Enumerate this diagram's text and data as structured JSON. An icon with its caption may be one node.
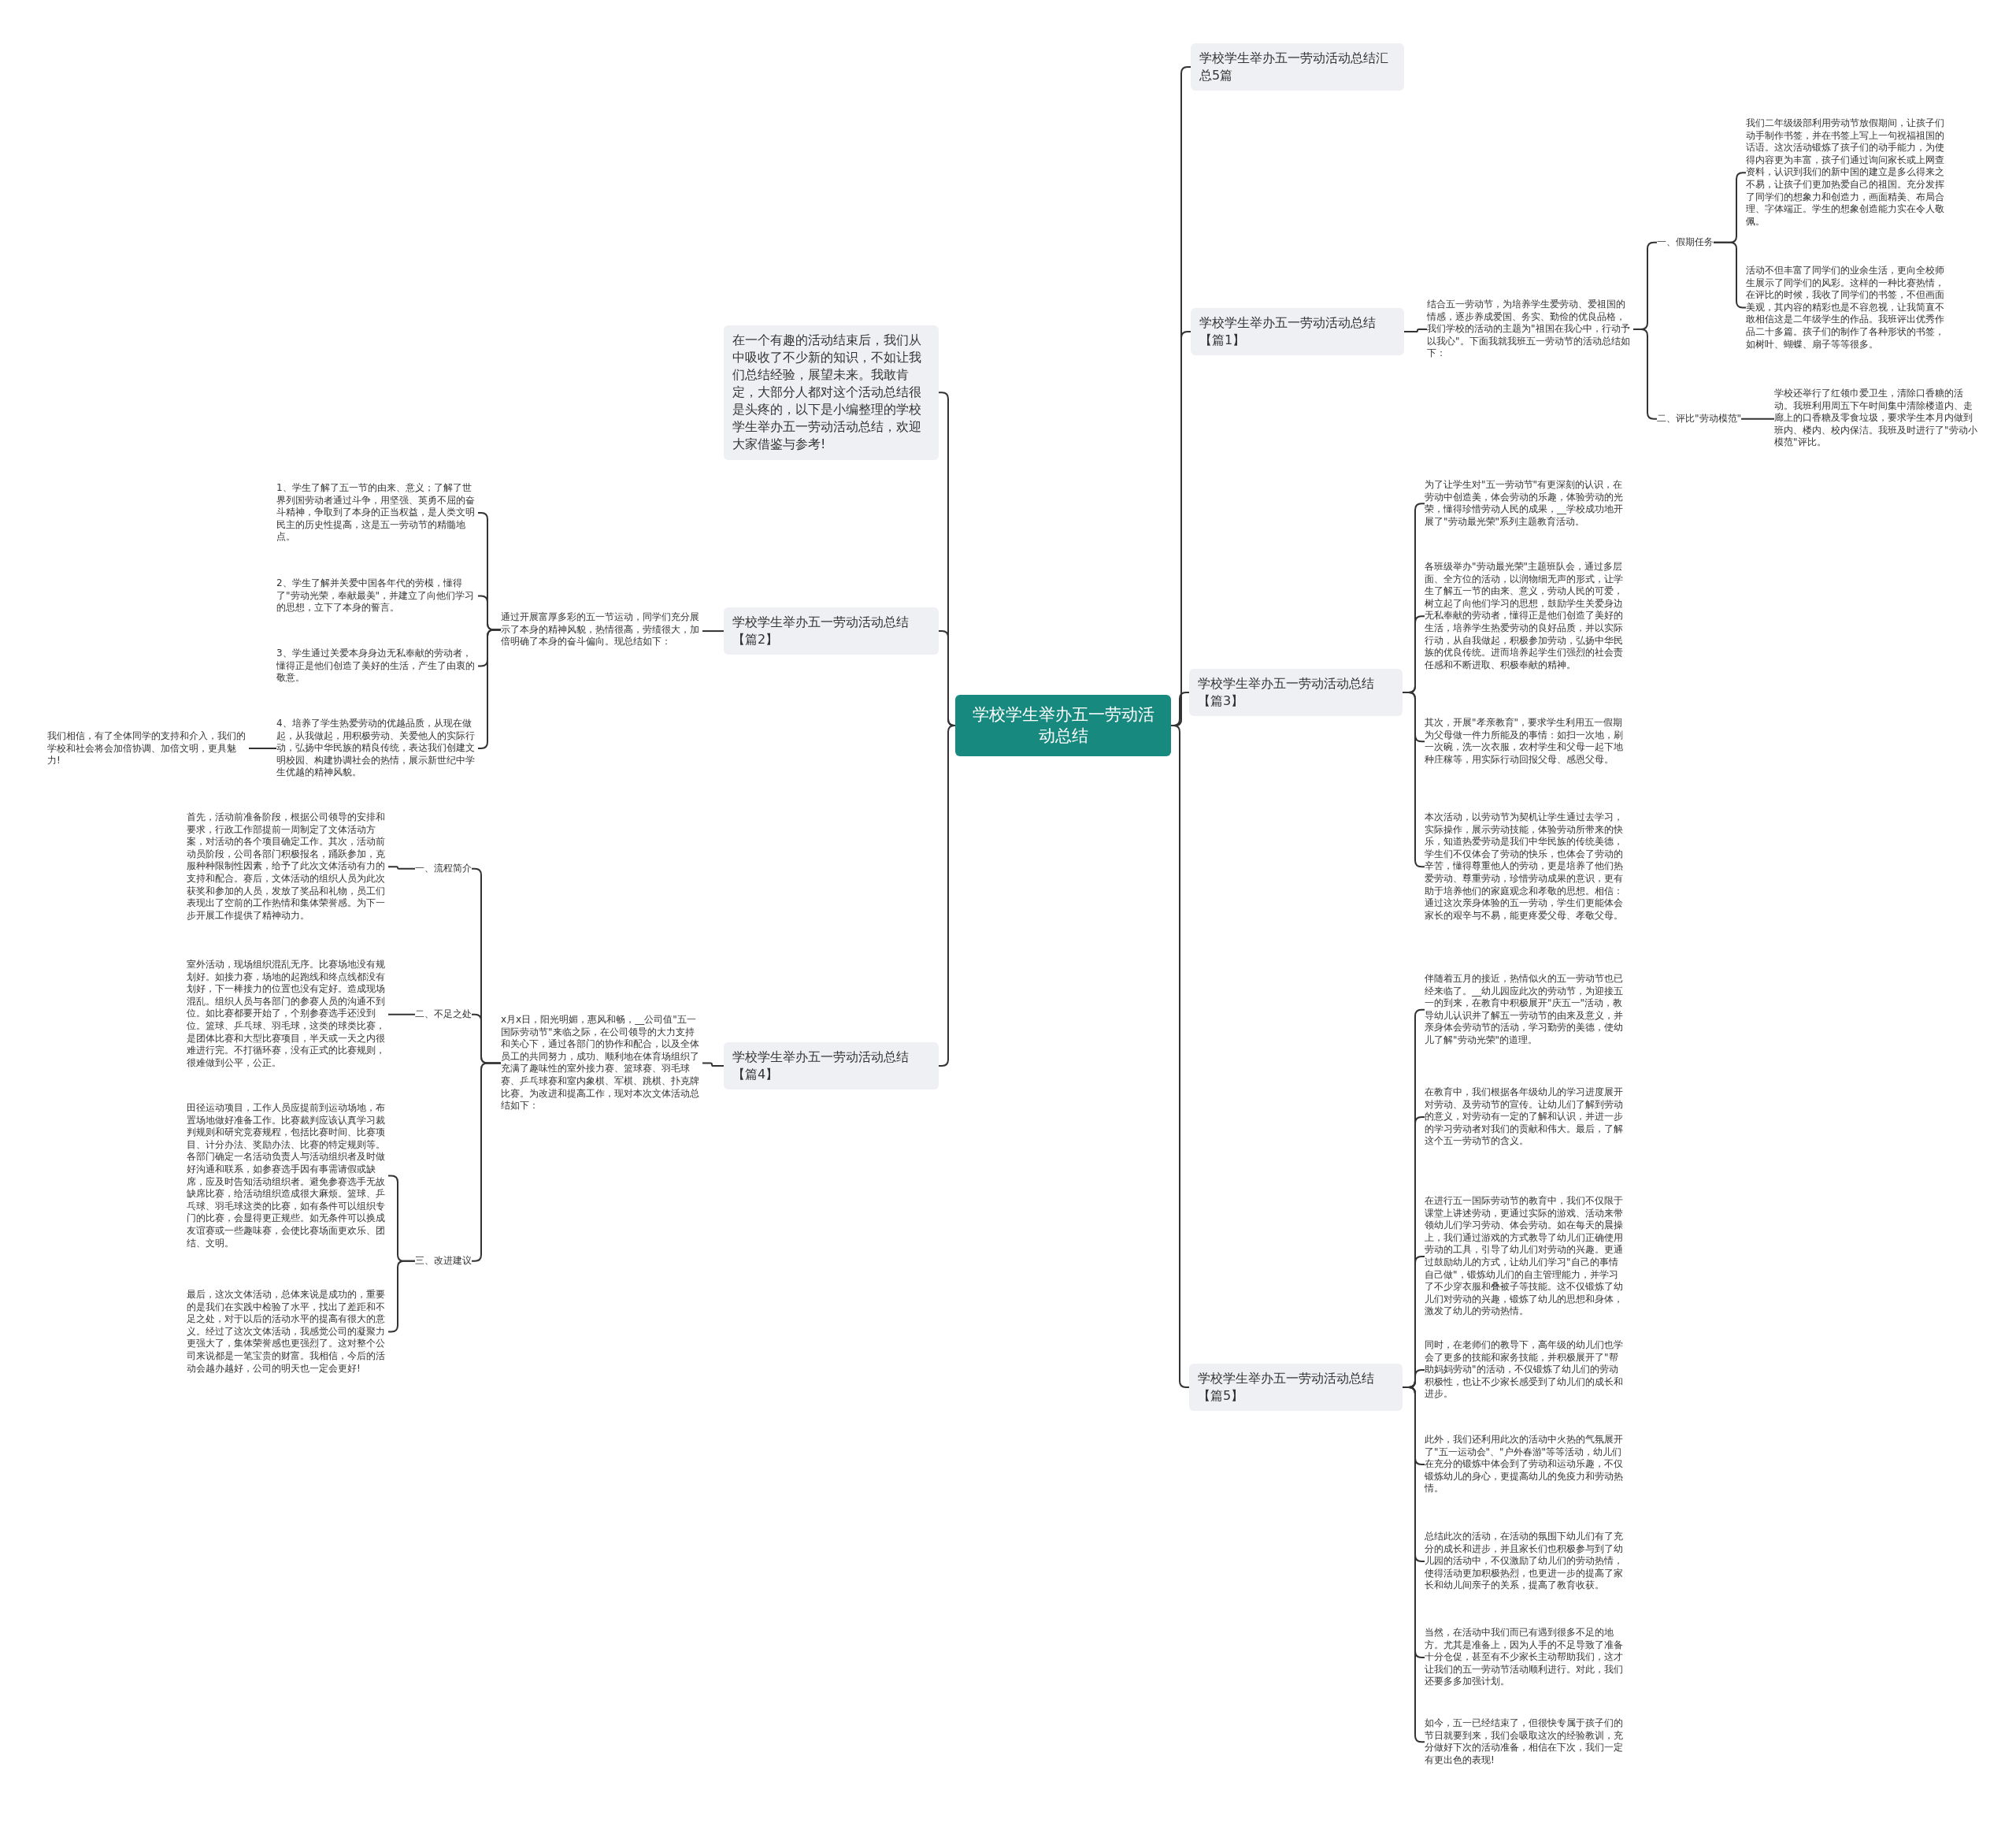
{
  "diagram": {
    "nodes": [
      {
        "text": [
          "学校学生举办五一劳动活动总结"
        ]
      },
      {
        "text": [
          "在一个有趣的活动结束后，我们从中吸收了不少新的知识，不如让我们总结经验，展望未来。我敢肯定，大部分人都对这个活动总结很是头疼的，以下是小编整理的学校学生举办五一劳动活动总结，欢迎大家借鉴与参考!"
        ]
      },
      {
        "text": [
          "学校学生举办五一劳动活动总结【篇2】"
        ]
      },
      {
        "text": [
          "通过开展富厚多彩的五一节运动，同学们充分展示了本身的精神风貌，热情很高，劳绩很大，加倍明确了本身的奋斗偏向。现总结如下："
        ]
      },
      {
        "text": [
          "1、学生了解了五一节的由来、意义；了解了世界列国劳动者通过斗争，用坚强、英勇不屈的奋斗精神，争取到了本身的正当权益，是人类文明民主的历史性提高，这是五一劳动节的精髓地点。"
        ]
      },
      {
        "text": [
          "2、学生了解并关爱中国各年代的劳模，懂得了\"劳动光荣，奉献最美\"，并建立了向他们学习的思想，立下了本身的誓言。"
        ]
      },
      {
        "text": [
          "3、学生通过关爱本身身边无私奉献的劳动者，懂得正是他们创造了美好的生活，产生了由衷的敬意。"
        ]
      },
      {
        "text": [
          "4、培养了学生热爱劳动的优越品质，从现在做起，从我做起，用积极劳动、关爱他人的实际行动，弘扬中华民族的精良传统，表达我们创建文明校园、构建协调社会的热情，展示新世纪中学生优越的精神风貌。"
        ]
      },
      {
        "text": [
          "我们相信，有了全体同学的支持和介入，我们的学校和社会将会加倍协调、加倍文明，更具魅力!"
        ]
      },
      {
        "text": [
          "学校学生举办五一劳动活动总结【篇4】"
        ]
      },
      {
        "text": [
          "x月x日，阳光明媚，惠风和畅，__公司值\"五一国际劳动节\"来临之际，在公司领导的大力支持和关心下，通过各部门的协作和配合，以及全体员工的共同努力，成功、顺利地在体育场组织了充满了趣味性的室外接力赛、篮球赛、羽毛球赛、乒乓球赛和室内象棋、军棋、跳棋、扑克牌比赛。为改进和提高工作，现对本次文体活动总结如下："
        ]
      },
      {
        "text": [
          "一、流程简介"
        ]
      },
      {
        "text": [
          "首先，活动前准备阶段，根据公司领导的安排和要求，行政工作部提前一周制定了文体活动方案，对活动的各个项目确定工作。其次，活动前动员阶段，公司各部门积极报名，踊跃参加，克服种种限制性因素，给予了此次文体活动有力的支持和配合。赛后，文体活动的组织人员为此次获奖和参加的人员，发放了奖品和礼物，员工们表现出了空前的工作热情和集体荣誉感。为下一步开展工作提供了精神动力。"
        ]
      },
      {
        "text": [
          "二、不足之处"
        ]
      },
      {
        "text": [
          "室外活动，现场组织混乱无序。比赛场地没有规划好。如接力赛，场地的起跑线和终点线都没有划好，下一棒接力的位置也没有定好。造成现场混乱。组织人员与各部门的参赛人员的沟通不到位。如比赛都要开始了，个别参赛选手还没到位。篮球、乒乓球、羽毛球，这类的球类比赛，是团体比赛和大型比赛项目，半天或一天之内很难进行完。不打循环赛，没有正式的比赛规则，很难做到公平，公正。"
        ]
      },
      {
        "text": [
          "三、改进建议"
        ]
      },
      {
        "text": [
          "田径运动项目，工作人员应提前到运动场地，布置场地做好准备工作。比赛裁判应该认真学习裁判规则和研究竞赛规程，包括比赛时间、比赛项目、计分办法、奖励办法、比赛的特定规则等。各部门确定一名活动负责人与活动组织者及时做好沟通和联系，如参赛选手因有事需请假或缺席，应及时告知活动组织者。避免参赛选手无故缺席比赛，给活动组织造成很大麻烦。篮球、乒乓球、羽毛球这类的比赛，如有条件可以组织专门的比赛，会显得更正规些。如无条件可以换成友谊赛或一些趣味赛，会使比赛场面更欢乐、团结、文明。"
        ]
      },
      {
        "text": [
          "最后，这次文体活动，总体来说是成功的，重要的是我们在实践中检验了水平，找出了差距和不足之处，对于以后的活动水平的提高有很大的意义。经过了这次文体活动，我感觉公司的凝聚力更强大了，集体荣誉感也更强烈了。这对整个公司来说都是一笔宝贵的财富。我相信，今后的活动会越办越好，公司的明天也一定会更好!"
        ]
      },
      {
        "text": [
          "学校学生举办五一劳动活动总结汇总5篇"
        ]
      },
      {
        "text": [
          "学校学生举办五一劳动活动总结【篇1】"
        ]
      },
      {
        "text": [
          "结合五一劳动节，为培养学生爱劳动、爱祖国的情感，逐步养成爱国、务实、勤俭的优良品格，我们学校的活动的主题为\"祖国在我心中，行动予以我心\"。下面我就我班五一劳动节的活动总结如下："
        ]
      },
      {
        "text": [
          "一、假期任务"
        ]
      },
      {
        "text": [
          "我们二年级级部利用劳动节放假期间，让孩子们动手制作书签，并在书签上写上一句祝福祖国的话语。这次活动锻炼了孩子们的动手能力，为使得内容更为丰富，孩子们通过询问家长或上网查资料，认识到我们的新中国的建立是多么得来之不易，让孩子们更加热爱自己的祖国。充分发挥了同学们的想象力和创造力，画面精美、布局合理、字体端正。学生的想象创造能力实在令人敬佩。"
        ]
      },
      {
        "text": [
          "活动不但丰富了同学们的业余生活，更向全校师生展示了同学们的风彩。这样的一种比赛热情，在评比的时候，我收了同学们的书签，不但画面美观，其内容的精彩也是不容忽视，让我简直不敢相信这是二年级学生的作品。我班评出优秀作品二十多篇。孩子们的制作了各种形状的书签，如树叶、蝴蝶、扇子等等很多。"
        ]
      },
      {
        "text": [
          "二、评比\"劳动模范\""
        ]
      },
      {
        "text": [
          "学校还举行了红领巾爱卫生，清除口香糖的活动。我班利用周五下午时间集中清除楼道内、走廊上的口香糖及零食垃圾，要求学生本月内做到班内、楼内、校内保洁。我班及时进行了\"劳动小模范\"评比。"
        ]
      },
      {
        "text": [
          "学校学生举办五一劳动活动总结【篇3】"
        ]
      },
      {
        "text": [
          "为了让学生对\"五一劳动节\"有更深刻的认识，在劳动中创造美，体会劳动的乐趣，体验劳动的光荣，懂得珍惜劳动人民的成果，__学校成功地开展了\"劳动最光荣\"系列主题教育活动。"
        ]
      },
      {
        "text": [
          "各班级举办\"劳动最光荣\"主题班队会，通过多层面、全方位的活动，以润物细无声的形式，让学生了解五一节的由来、意义，劳动人民的可爱，树立起了向他们学习的思想，鼓励学生关爱身边无私奉献的劳动者，懂得正是他们创造了美好的生活，培养学生热爱劳动的良好品质，并以实际行动，从自我做起，积极参加劳动，弘扬中华民族的优良传统。进而培养起学生们强烈的社会责任感和不断进取、积极奉献的精神。"
        ]
      },
      {
        "text": [
          "其次，开展\"孝亲教育\"，要求学生利用五一假期为父母做一件力所能及的事情：如扫一次地，刷一次碗，洗一次衣服，农村学生和父母一起下地种庄稼等，用实际行动回报父母、感恩父母。"
        ]
      },
      {
        "text": [
          "本次活动，以劳动节为契机让学生通过去学习，实际操作，展示劳动技能，体验劳动所带来的快乐，知道热爱劳动是我们中华民族的传统美德，学生们不仅体会了劳动的快乐，也体会了劳动的辛苦，懂得尊重他人的劳动，更是培养了他们热爱劳动、尊重劳动，珍惜劳动成果的意识，更有助于培养他们的家庭观念和孝敬的思想。相信：通过这次亲身体验的五一劳动，学生们更能体会家长的艰辛与不易，能更疼爱父母、孝敬父母。"
        ]
      },
      {
        "text": [
          "学校学生举办五一劳动活动总结【篇5】"
        ]
      },
      {
        "text": [
          "伴随着五月的接近，热情似火的五一劳动节也已经来临了。__幼儿园应此次的劳动节，为迎接五一的到来，在教育中积极展开\"庆五一\"活动，教导幼儿认识并了解五一劳动节的由来及意义，并亲身体会劳动节的活动，学习勤劳的美德，使幼儿了解\"劳动光荣\"的道理。"
        ]
      },
      {
        "text": [
          "在教育中，我们根据各年级幼儿的学习进度展开对劳动、及劳动节的宣传。让幼儿们了解到劳动的意义，对劳动有一定的了解和认识，并进一步的学习劳动者对我们的贡献和伟大。最后，了解这个五一劳动节的含义。"
        ]
      },
      {
        "text": [
          "在进行五一国际劳动节的教育中，我们不仅限于课堂上讲述劳动，更通过实际的游戏、活动来带领幼儿们学习劳动、体会劳动。如在每天的晨操上，我们通过游戏的方式教导了幼儿们正确使用劳动的工具，引导了幼儿们对劳动的兴趣。更通过鼓励幼儿的方式，让幼儿们学习\"自己的事情自己做\"，锻炼幼儿们的自主管理能力，并学习了不少穿衣服和叠被子等技能。这不仅锻炼了幼儿们对劳动的兴趣，锻炼了幼儿的思想和身体，激发了幼儿的劳动热情。"
        ]
      },
      {
        "text": [
          "同时，在老师们的教导下，高年级的幼儿们也学会了更多的技能和家务技能，并积极展开了\"帮助妈妈劳动\"的活动，不仅锻炼了幼儿们的劳动积极性，也让不少家长感受到了幼儿们的成长和进步。"
        ]
      },
      {
        "text": [
          "此外，我们还利用此次的活动中火热的气氛展开了\"五一运动会\"、\"户外春游\"等等活动，幼儿们在充分的锻炼中体会到了劳动和运动乐趣，不仅锻炼幼儿的身心，更提高幼儿的免疫力和劳动热情。"
        ]
      },
      {
        "text": [
          "总结此次的活动，在活动的氛围下幼儿们有了充分的成长和进步，并且家长们也积极参与到了幼儿园的活动中，不仅激励了幼儿们的劳动热情，使得活动更加积极热烈，也更进一步的提高了家长和幼儿间亲子的关系，提高了教育收获。"
        ]
      },
      {
        "text": [
          "当然，在活动中我们而已有遇到很多不足的地方。尤其是准备上，因为人手的不足导致了准备十分仓促，甚至有不少家长主动帮助我们，这才让我们的五一劳动节活动顺利进行。对此，我们还要多多加强计划。"
        ]
      },
      {
        "text": [
          "如今，五一已经结束了，但很快专属于孩子们的节日就要到来，我们会吸取这次的经验教训，充分做好下次的活动准备，相信在下次，我们一定有更出色的表现!"
        ]
      }
    ],
    "edges": [
      {
        "from": 0,
        "to": 1,
        "arrow": "none"
      },
      {
        "from": 0,
        "to": 2,
        "arrow": "none"
      },
      {
        "from": 0,
        "to": 9,
        "arrow": "none"
      },
      {
        "from": 2,
        "to": 3,
        "arrow": "none"
      },
      {
        "from": 3,
        "to": 4,
        "arrow": "none"
      },
      {
        "from": 3,
        "to": 5,
        "arrow": "none"
      },
      {
        "from": 3,
        "to": 6,
        "arrow": "none"
      },
      {
        "from": 3,
        "to": 7,
        "arrow": "none"
      },
      {
        "from": 7,
        "to": 8,
        "arrow": "none"
      },
      {
        "from": 9,
        "to": 10,
        "arrow": "none"
      },
      {
        "from": 10,
        "to": 11,
        "arrow": "none"
      },
      {
        "from": 10,
        "to": 13,
        "arrow": "none"
      },
      {
        "from": 10,
        "to": 15,
        "arrow": "none"
      },
      {
        "from": 11,
        "to": 12,
        "arrow": "none"
      },
      {
        "from": 13,
        "to": 14,
        "arrow": "none"
      },
      {
        "from": 15,
        "to": 16,
        "arrow": "none"
      },
      {
        "from": 15,
        "to": 17,
        "arrow": "none"
      },
      {
        "from": 0,
        "to": 18,
        "arrow": "none"
      },
      {
        "from": 0,
        "to": 19,
        "arrow": "none"
      },
      {
        "from": 0,
        "to": 26,
        "arrow": "none"
      },
      {
        "from": 0,
        "to": 31,
        "arrow": "none"
      },
      {
        "from": 19,
        "to": 20,
        "arrow": "none"
      },
      {
        "from": 20,
        "to": 21,
        "arrow": "none"
      },
      {
        "from": 20,
        "to": 24,
        "arrow": "none"
      },
      {
        "from": 21,
        "to": 22,
        "arrow": "none"
      },
      {
        "from": 21,
        "to": 23,
        "arrow": "none"
      },
      {
        "from": 24,
        "to": 25,
        "arrow": "none"
      },
      {
        "from": 26,
        "to": 27,
        "arrow": "none"
      },
      {
        "from": 26,
        "to": 28,
        "arrow": "none"
      },
      {
        "from": 26,
        "to": 29,
        "arrow": "none"
      },
      {
        "from": 26,
        "to": 30,
        "arrow": "none"
      },
      {
        "from": 31,
        "to": 32,
        "arrow": "none"
      },
      {
        "from": 31,
        "to": 33,
        "arrow": "none"
      },
      {
        "from": 31,
        "to": 34,
        "arrow": "none"
      },
      {
        "from": 31,
        "to": 35,
        "arrow": "none"
      },
      {
        "from": 31,
        "to": 36,
        "arrow": "none"
      },
      {
        "from": 31,
        "to": 37,
        "arrow": "none"
      },
      {
        "from": 31,
        "to": 38,
        "arrow": "none"
      },
      {
        "from": 31,
        "to": 39,
        "arrow": "none"
      }
    ]
  }
}
